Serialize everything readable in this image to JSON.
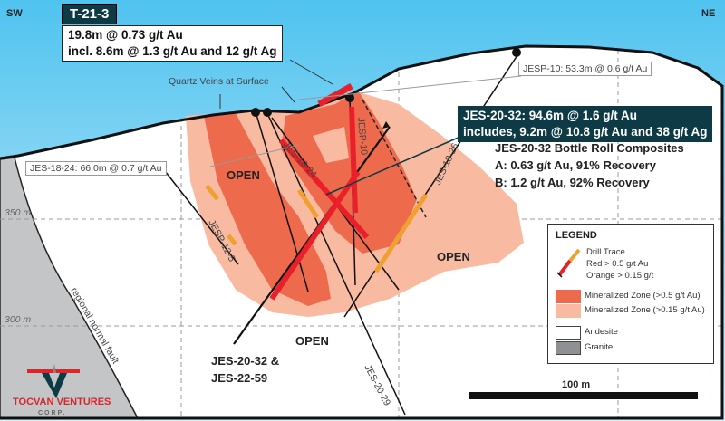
{
  "directions": {
    "left": "SW",
    "right": "NE"
  },
  "elevations": {
    "upper": "350 m",
    "lower": "300 m"
  },
  "callouts": {
    "t213": {
      "tag": "T-21-3",
      "line1": "19.8m @ 0.73 g/t Au",
      "line2": "incl. 8.6m @ 1.3 g/t Au and 12 g/t Ag"
    },
    "quartz": "Quartz Veins at Surface",
    "jesp10": "JESP-10: 53.3m @ 0.6 g/t Au",
    "jes1824": "JES-18-24: 66.0m @ 0.7 g/t Au",
    "jes2032": {
      "line1": "JES-20-32: 94.6m @ 1.6 g/t Au",
      "line2": "includes, 9.2m @ 10.8 g/t Au and 38 g/t Ag"
    },
    "bottle": {
      "title": "JES-20-32 Bottle Roll Composites",
      "a": "A: 0.63 g/t Au, 91% Recovery",
      "b": "B: 1.2 g/t Au, 92% Recovery"
    }
  },
  "drill_labels": {
    "jes1824": "JES-18-24",
    "jesp10": "JESP-10",
    "jes1826": "JES-18-26",
    "jesp125": "JESP-12-5",
    "jes2029": "JES-20-29",
    "jes2032a": "JES-20-32 &",
    "jes2032b": "JES-22-59"
  },
  "open_labels": [
    "OPEN",
    "OPEN",
    "OPEN"
  ],
  "fault_label": "regional normal fault",
  "legend": {
    "title": "LEGEND",
    "drill": [
      "Drill Trace",
      "Red > 0.5 g/t Au",
      "Orange > 0.15 g/t"
    ],
    "zone_high": "Mineralized Zone (>0.5 g/t Au)",
    "zone_low": "Mineralized Zone (>0.15 g/t Au)",
    "andesite": "Andesite",
    "granite": "Granite"
  },
  "scale_bar": "100 m",
  "logo": {
    "name": "TOCVAN VENTURES",
    "sub": "CORP."
  },
  "colors": {
    "zone_high": "#ee6a4c",
    "zone_low": "#f9baa2",
    "drill_red": "#e8202a",
    "drill_orange": "#f0a030",
    "granite": "#c4c5c7",
    "callout_dark": "#0e3a46"
  }
}
